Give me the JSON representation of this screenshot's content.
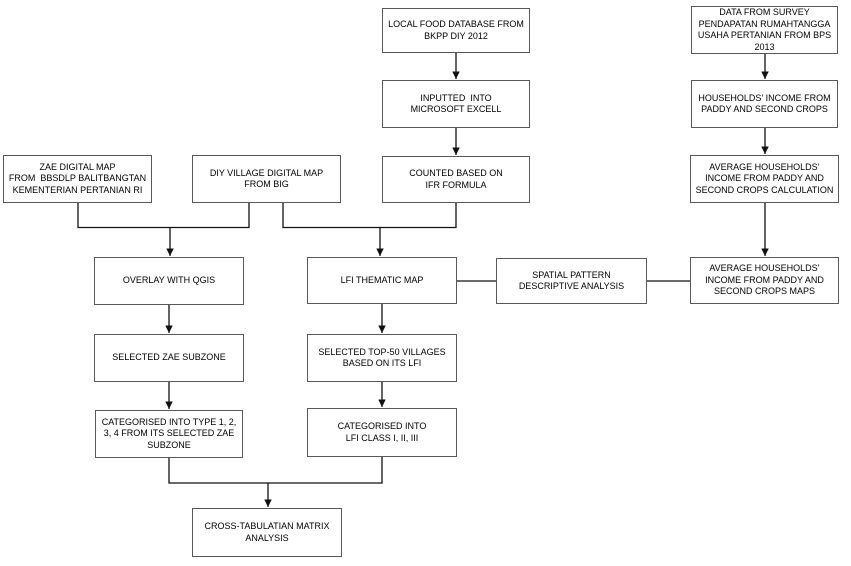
{
  "diagram_type": "flowchart",
  "colors": {
    "background": "#ffffff",
    "box_fill": "#ffffff",
    "box_border": "#595959",
    "connector": "#111111",
    "text": "#000000"
  },
  "nodes": {
    "local_food": {
      "label": "LOCAL FOOD DATABASE FROM\nBKPP DIY 2012"
    },
    "survey_data": {
      "label": "DATA FROM SURVEY\nPENDAPATAN RUMAHTANGGA\nUSAHA PERTANIAN FROM BPS\n2013"
    },
    "inputted": {
      "label": "INPUTTED  INTO\nMICROSOFT EXCELL"
    },
    "households_income": {
      "label": "HOUSEHOLDS’ INCOME FROM\nPADDY AND SECOND CROPS"
    },
    "zae_map": {
      "label": "ZAE DIGITAL MAP\nFROM  BBSDLP BALITBANGTAN\nKEMENTERIAN PERTANIAN RI"
    },
    "diy_map": {
      "label": "DIY VILLAGE DIGITAL MAP\nFROM BIG"
    },
    "counted": {
      "label": "COUNTED BASED ON\nIFR FORMULA"
    },
    "avg_calc": {
      "label": "AVERAGE HOUSEHOLDS’\nINCOME FROM PADDY AND\nSECOND CROPS CALCULATION"
    },
    "overlay": {
      "label": "OVERLAY WITH QGIS"
    },
    "lfi_map": {
      "label": "LFI THEMATIC MAP"
    },
    "spatial": {
      "label": "SPATIAL PATTERN\nDESCRIPTIVE ANALYSIS"
    },
    "avg_maps": {
      "label": "AVERAGE HOUSEHOLDS’\nINCOME FROM PADDY AND\nSECOND CROPS MAPS"
    },
    "selected_zae": {
      "label": "SELECTED ZAE SUBZONE"
    },
    "selected_top50": {
      "label": "SELECTED TOP-50 VILLAGES\nBASED ON ITS LFI"
    },
    "categorised_type": {
      "label": "CATEGORISED INTO TYPE 1, 2,\n3, 4 FROM ITS SELECTED ZAE\nSUBZONE"
    },
    "categorised_lfi": {
      "label": "CATEGORISED INTO\nLFI CLASS I, II, III"
    },
    "cross_tab": {
      "label": "CROSS-TABULATIAN MATRIX\nANALYSIS"
    }
  },
  "edges": [
    {
      "from": "local_food",
      "to": "inputted",
      "style": "arrow"
    },
    {
      "from": "survey_data",
      "to": "households_income",
      "style": "arrow"
    },
    {
      "from": "inputted",
      "to": "counted",
      "style": "arrow"
    },
    {
      "from": "households_income",
      "to": "avg_calc",
      "style": "arrow"
    },
    {
      "from": "avg_calc",
      "to": "avg_maps",
      "style": "arrow"
    },
    {
      "from": "zae_map",
      "to": "overlay",
      "style": "arrow"
    },
    {
      "from": "diy_map",
      "to": "overlay",
      "style": "arrow"
    },
    {
      "from": "diy_map",
      "to": "lfi_map",
      "style": "arrow"
    },
    {
      "from": "counted",
      "to": "lfi_map",
      "style": "arrow"
    },
    {
      "from": "lfi_map",
      "to": "spatial",
      "style": "line"
    },
    {
      "from": "spatial",
      "to": "avg_maps",
      "style": "line"
    },
    {
      "from": "overlay",
      "to": "selected_zae",
      "style": "arrow"
    },
    {
      "from": "lfi_map",
      "to": "selected_top50",
      "style": "arrow"
    },
    {
      "from": "selected_zae",
      "to": "categorised_type",
      "style": "arrow"
    },
    {
      "from": "selected_top50",
      "to": "categorised_lfi",
      "style": "arrow"
    },
    {
      "from": "categorised_type",
      "to": "cross_tab",
      "style": "arrow"
    },
    {
      "from": "categorised_lfi",
      "to": "cross_tab",
      "style": "arrow"
    }
  ]
}
